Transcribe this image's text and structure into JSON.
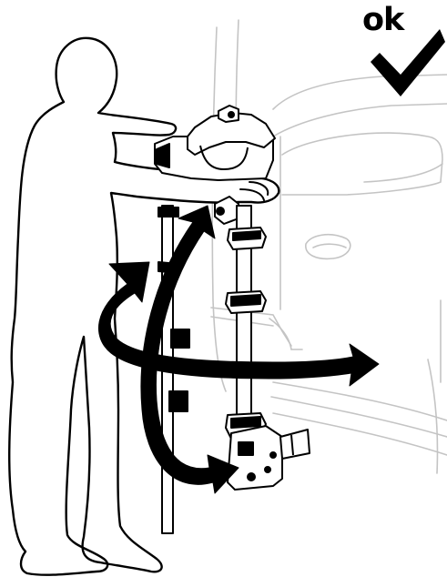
{
  "status": {
    "label": "ok",
    "icon": "checkmark-icon"
  },
  "illustration": {
    "subjects": [
      "person-silhouette",
      "vehicle-rear",
      "hitch-bike-rack"
    ],
    "motions": [
      "tilt-down-arrow",
      "swing-away-arrow"
    ],
    "colors": {
      "ink": "#000000",
      "vehicle_line": "#c8c8c8",
      "rack_fill": "#ffffff"
    }
  }
}
